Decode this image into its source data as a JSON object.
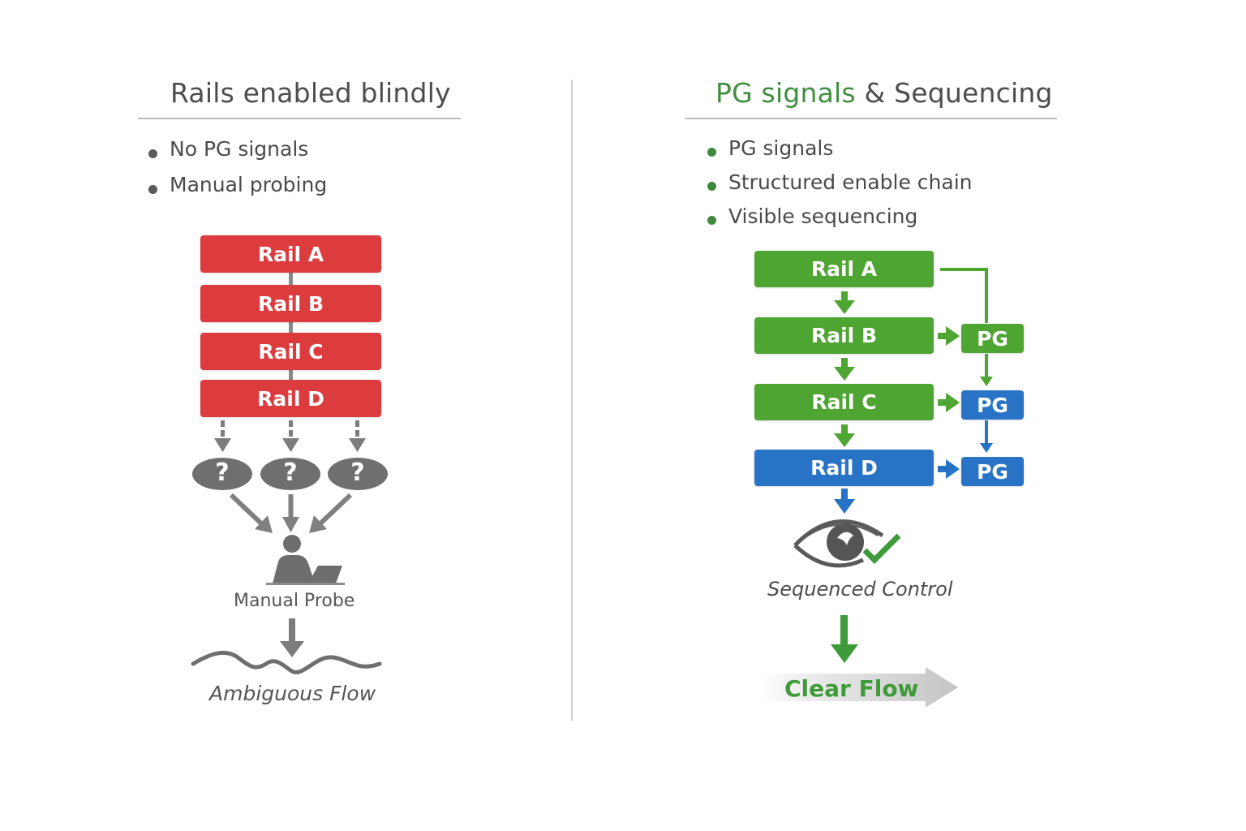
{
  "left": {
    "title": "Rails enabled blindly",
    "bullets": [
      "No PG signals",
      "Manual probing"
    ],
    "rails": [
      "Rail A",
      "Rail B",
      "Rail C",
      "Rail D"
    ],
    "unknowns": [
      "?",
      "?",
      "?"
    ],
    "probe_label": "Manual Probe",
    "outcome_label": "Ambiguous Flow"
  },
  "right": {
    "title_accent": "PG signals",
    "title_rest": " & Sequencing",
    "bullets": [
      "PG signals",
      "Structured enable chain",
      "Visible sequencing"
    ],
    "rails": [
      "Rail A",
      "Rail B",
      "Rail C",
      "Rail D"
    ],
    "pg_boxes": [
      "PG",
      "PG",
      "PG"
    ],
    "control_label": "Sequenced Control",
    "outcome_label": "Clear Flow"
  },
  "colors": {
    "red": "#dd3c3f",
    "green": "#4ea531",
    "blue": "#2873c6",
    "gray": "#7a7a7a",
    "title_green": "#3f8f3f"
  },
  "icons": {
    "left_bullet": "bullet-dot",
    "right_bullet": "bullet-dot",
    "unknown": "question-bubble-icon",
    "person": "person-at-laptop-icon",
    "wave": "wavy-line-icon",
    "eye": "eye-icon",
    "check": "checkmark-icon",
    "flow_arrow": "right-arrow-icon"
  }
}
